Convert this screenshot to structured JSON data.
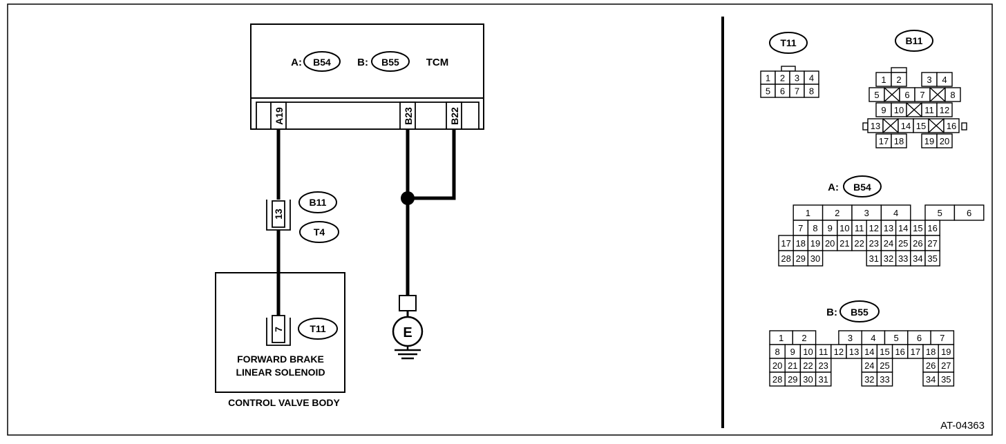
{
  "diagram_id": "AT-04363",
  "tcm": {
    "connector_a_prefix": "A:",
    "connector_a": "B54",
    "connector_b_prefix": "B:",
    "connector_b": "B55",
    "name": "TCM",
    "pins": [
      "A19",
      "B23",
      "B22"
    ]
  },
  "harness_connector": {
    "pin": "13",
    "connector_1": "B11",
    "connector_2": "T4"
  },
  "solenoid": {
    "pin": "7",
    "connector": "T11",
    "label_line1": "FORWARD BRAKE",
    "label_line2": "LINEAR SOLENOID",
    "housing": "CONTROL VALVE BODY"
  },
  "ground": {
    "label": "E"
  },
  "connector_views": {
    "t11": {
      "label": "T11",
      "cells": [
        "1",
        "2",
        "3",
        "4",
        "5",
        "6",
        "7",
        "8"
      ]
    },
    "b11": {
      "label": "B11",
      "cells": [
        "1",
        "2",
        "3",
        "4",
        "5",
        "6",
        "7",
        "8",
        "9",
        "10",
        "11",
        "12",
        "13",
        "14",
        "15",
        "16",
        "17",
        "18",
        "19",
        "20"
      ]
    },
    "b54": {
      "prefix": "A:",
      "label": "B54",
      "cells": [
        "1",
        "2",
        "3",
        "4",
        "5",
        "6",
        "7",
        "8",
        "9",
        "10",
        "11",
        "12",
        "13",
        "14",
        "15",
        "16",
        "17",
        "18",
        "19",
        "20",
        "21",
        "22",
        "23",
        "24",
        "25",
        "26",
        "27",
        "28",
        "29",
        "30",
        "31",
        "32",
        "33",
        "34",
        "35"
      ]
    },
    "b55": {
      "prefix": "B:",
      "label": "B55",
      "cells": [
        "1",
        "2",
        "3",
        "4",
        "5",
        "6",
        "7",
        "8",
        "9",
        "10",
        "11",
        "12",
        "13",
        "14",
        "15",
        "16",
        "17",
        "18",
        "19",
        "20",
        "21",
        "22",
        "23",
        "24",
        "25",
        "26",
        "27",
        "28",
        "29",
        "30",
        "31",
        "32",
        "33",
        "34",
        "35"
      ]
    }
  }
}
